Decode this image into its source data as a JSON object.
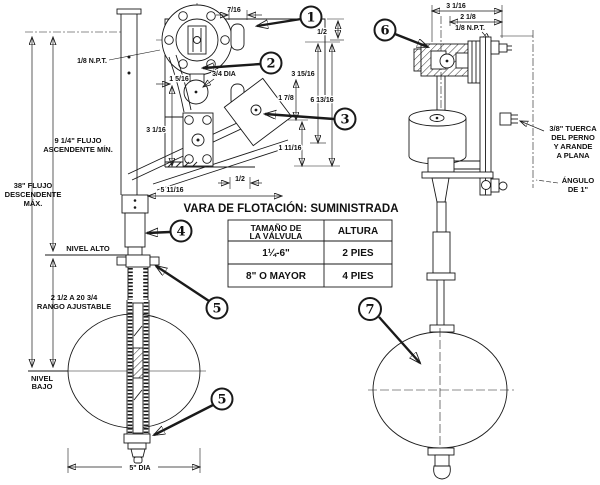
{
  "table": {
    "title": "VARA DE FLOTACIÓN: SUMINISTRADA",
    "header": {
      "col1_line1": "TAMAÑO DE",
      "col1_line2": "LA VÁLVULA",
      "col2": "ALTURA"
    },
    "rows": [
      {
        "valve_size": "1¼-6\"",
        "height": "2 PIES"
      },
      {
        "valve_size": "8\" O MAYOR",
        "height": "4 PIES"
      }
    ]
  },
  "left_view": {
    "labels": {
      "npt": "1/8 N.P.T.",
      "flujo_ascendente_1": "9 1/4\" FLUJO",
      "flujo_ascendente_2": "ASCENDENTE MÍN.",
      "flujo_descendente_1": "38\" FLUJO",
      "flujo_descendente_2": "DESCENDENTE",
      "flujo_descendente_3": "MÁX.",
      "nivel_alto": "NIVEL ALTO",
      "nivel_bajo_1": "NIVEL",
      "nivel_bajo_2": "BAJO",
      "rango_1": "2 1/2 A 20 3/4",
      "rango_2": "RANGO AJUSTABLE"
    },
    "dimensions": {
      "d_7_16": "7/16",
      "d_1_2_top": "1/2",
      "d_3_4_dia": "3/4 DIA",
      "d_1_5_16": "1 5/16",
      "d_3_15_16": "3 15/16",
      "d_1_7_8": "1 7/8",
      "d_6_13_16": "6 13/16",
      "d_1_11_16": "1 11/16",
      "d_3_1_16": "3 1/16",
      "d_1_2_bottom": "1/2",
      "d_5_11_16": "5 11/16",
      "d_5_dia": "5\" DIA"
    }
  },
  "right_view": {
    "dimensions": {
      "d_3_1_16": "3 1/16",
      "d_2_1_8": "2 1/8"
    },
    "labels": {
      "npt": "1/8 N.P.T.",
      "tuerca_1": "3/8\" TUERCA",
      "tuerca_2": "DEL PERNO",
      "tuerca_3": "Y ARANDE",
      "tuerca_4": "A PLANA",
      "angulo_1": "ÁNGULO",
      "angulo_2": "DE 1\""
    }
  },
  "callouts": {
    "c1": "1",
    "c2": "2",
    "c3": "3",
    "c4": "4",
    "c5": "5",
    "c5b": "5",
    "c6": "6",
    "c7": "7"
  },
  "colors": {
    "ink": "#1a1a1a",
    "paper": "#ffffff"
  }
}
